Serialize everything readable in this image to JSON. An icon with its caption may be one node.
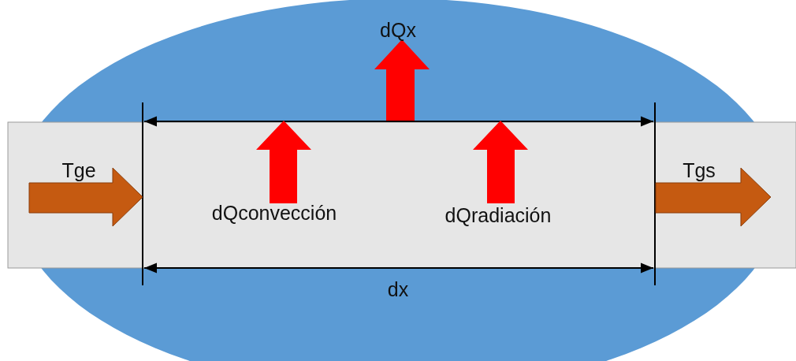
{
  "diagram": {
    "labels": [
      "dQx",
      "Tge",
      "Tgs",
      "dQconvección",
      "dQradiación",
      "dx"
    ]
  }
}
